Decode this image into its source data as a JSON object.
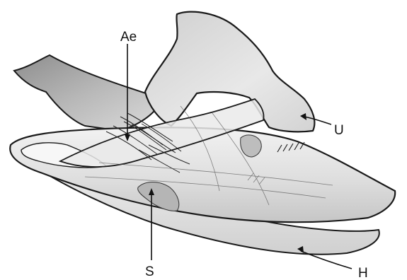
{
  "figure": {
    "labels": {
      "ae": "Ae",
      "u": "U",
      "s": "S",
      "h": "H"
    },
    "colors": {
      "ink": "#1a1a1a",
      "shade_dark": "#9a9a9a",
      "shade_mid": "#c9c9c9",
      "shade_light": "#e6e6e6",
      "paper": "#ffffff"
    }
  }
}
